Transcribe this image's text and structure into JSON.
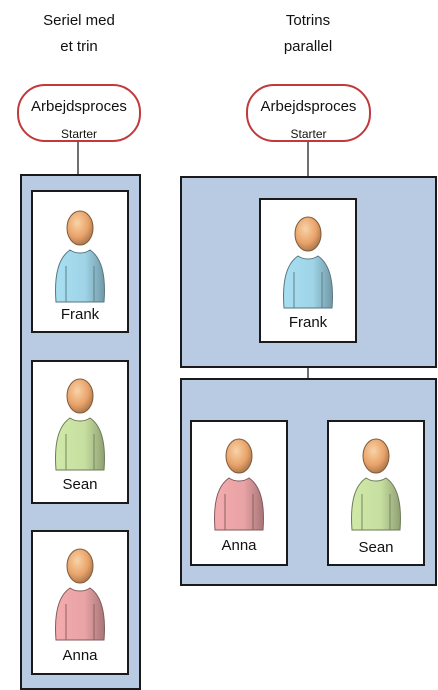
{
  "serial": {
    "heading_line1": "Seriel med",
    "heading_line2": "et trin",
    "start_title": "Arbejdsproces",
    "start_sub": "Starter",
    "people": [
      {
        "name": "Frank",
        "shirt": "#9fd4e6"
      },
      {
        "name": "Sean",
        "shirt": "#c6dea0"
      },
      {
        "name": "Anna",
        "shirt": "#e8a3a5"
      }
    ]
  },
  "parallel": {
    "heading_line1": "Totrins",
    "heading_line2": "parallel",
    "start_title": "Arbejdsproces",
    "start_sub": "Starter",
    "step1": [
      {
        "name": "Frank",
        "shirt": "#9fd4e6"
      }
    ],
    "step2": [
      {
        "name": "Anna",
        "shirt": "#e8a3a5"
      },
      {
        "name": "Sean",
        "shirt": "#c6dea0"
      }
    ]
  },
  "colors": {
    "panel": "#b8cbe3",
    "start_border": "#c0393b",
    "head": "#e9a36a"
  }
}
